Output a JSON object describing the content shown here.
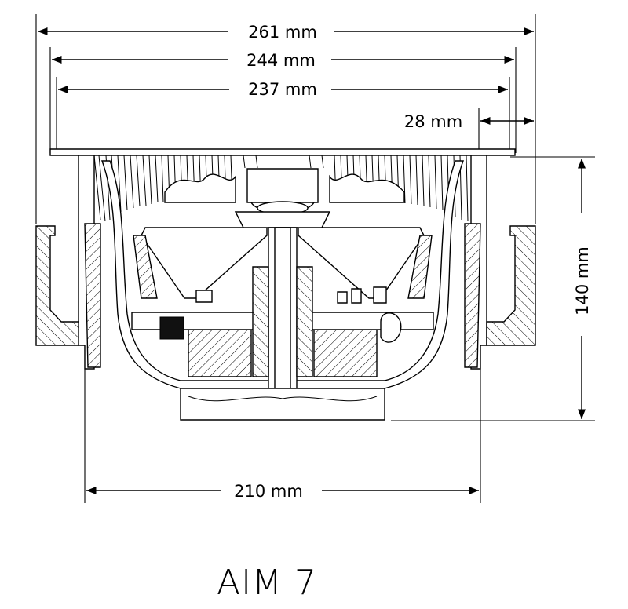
{
  "model": "AIM 7",
  "dimensions": {
    "overall_diameter": "261 mm",
    "flange_inner": "244 mm",
    "cutout": "237 mm",
    "flange_depth": "28 mm",
    "depth": "140 mm",
    "body_diameter": "210 mm"
  }
}
